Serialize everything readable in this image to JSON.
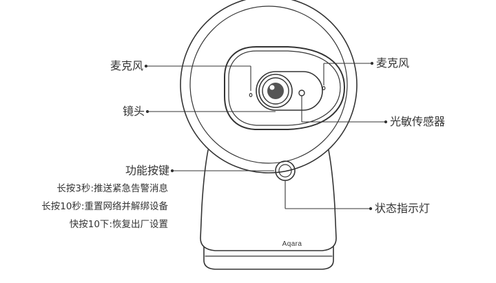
{
  "labels": {
    "mic_left": "麦克风",
    "lens": "镜头",
    "function_button": "功能按键",
    "mic_right": "麦克风",
    "light_sensor": "光敏传感器",
    "status_light": "状态指示灯"
  },
  "button_notes": [
    {
      "prefix": "长按3秒",
      "sep": ":",
      "action": "推送紧急告警消息"
    },
    {
      "prefix": "长按10秒",
      "sep": ":",
      "action": "重置网络并解绑设备"
    },
    {
      "prefix": "快按10下",
      "sep": ":",
      "action": "恢复出厂设置"
    }
  ],
  "brand_logo": "Aqara",
  "colors": {
    "stroke": "#333333",
    "body_fill": "#ffffff",
    "lens_dark": "#555555"
  }
}
